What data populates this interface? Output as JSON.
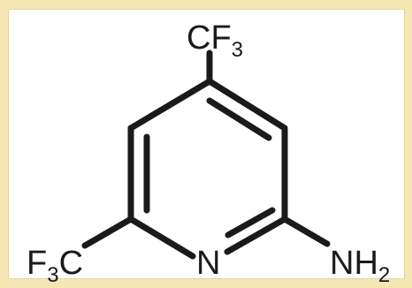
{
  "molecule": {
    "substituents": {
      "top": {
        "main": "CF",
        "sub": "3"
      },
      "left": {
        "pre": "F",
        "sub": "3",
        "post": "C"
      },
      "right": {
        "main": "NH",
        "sub": "2"
      }
    },
    "ring_atom": "N"
  },
  "colors": {
    "frame": "#f5e7b4",
    "panel": "#ffffff",
    "bond": "#1a1a1a"
  }
}
